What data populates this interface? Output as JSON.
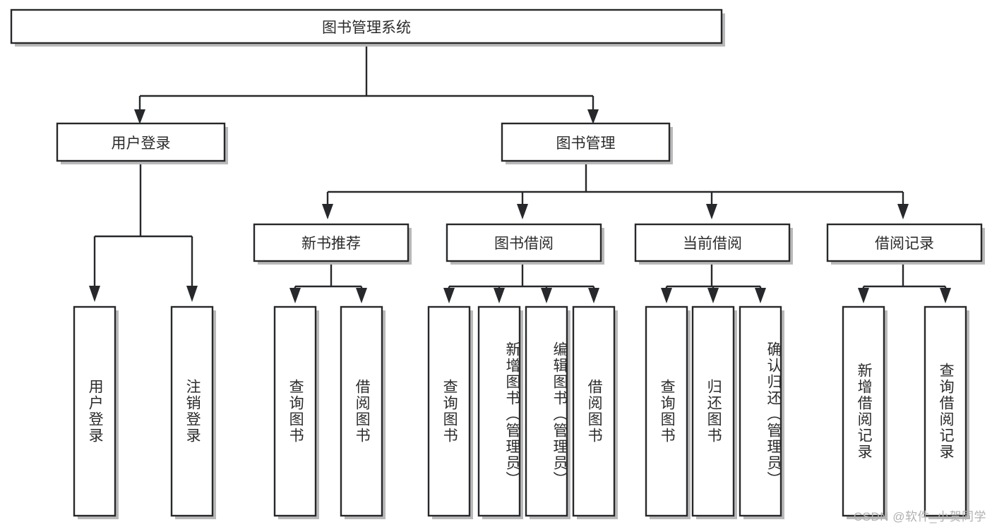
{
  "diagram": {
    "type": "hierarchy-tree",
    "title": "图书管理系统",
    "watermark": "CSDN @软件_小贺同学",
    "colors": {
      "stroke": "#26282b",
      "fill": "#ffffff",
      "text": "#2b2b2b",
      "shadow": "#b9b9b9",
      "watermark": "#b0b0b0"
    },
    "root": {
      "label": "图书管理系统"
    },
    "level1": [
      {
        "label": "用户登录"
      },
      {
        "label": "图书管理"
      }
    ],
    "level2": [
      {
        "label": "新书推荐"
      },
      {
        "label": "图书借阅"
      },
      {
        "label": "当前借阅"
      },
      {
        "label": "借阅记录"
      }
    ],
    "leaves": {
      "user_login": [
        {
          "label": "用户登录"
        },
        {
          "label": "注销登录"
        }
      ],
      "new_book_recommend": [
        {
          "label": "查询图书"
        },
        {
          "label": "借阅图书"
        }
      ],
      "book_borrow": [
        {
          "label": "查询图书"
        },
        {
          "label": "新增图书（管理员）"
        },
        {
          "label": "编辑图书（管理员）"
        },
        {
          "label": "借阅图书"
        }
      ],
      "current_borrow": [
        {
          "label": "查询图书"
        },
        {
          "label": "归还图书"
        },
        {
          "label": "确认归还（管理员）"
        }
      ],
      "borrow_record": [
        {
          "label": "新增借阅记录"
        },
        {
          "label": "查询借阅记录"
        }
      ]
    }
  }
}
